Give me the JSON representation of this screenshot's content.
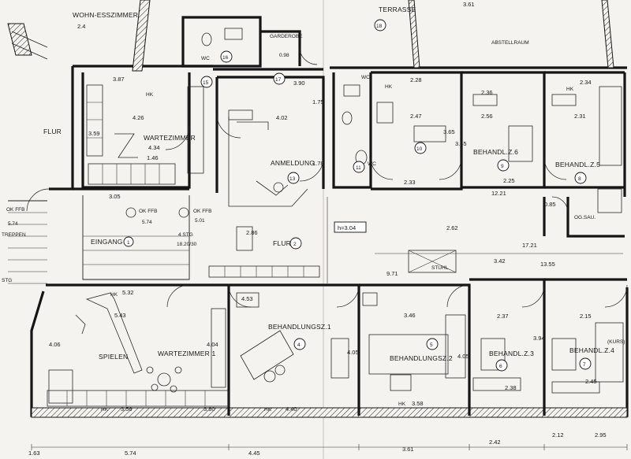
{
  "rooms": {
    "wohn_ess": {
      "name": "WOHN-ESSZIMMER",
      "num": "2.4"
    },
    "terrasse": {
      "name": "TERRASSE",
      "num": "18"
    },
    "abstellraum": {
      "name": "ABSTELLRAUM"
    },
    "wc16": {
      "name": "WC",
      "num": "16"
    },
    "garderobe": {
      "name": "GARDEROBE",
      "num": "15",
      "area": "0.98"
    },
    "wc17": {
      "name": "WC",
      "num": "17"
    },
    "wc_wc": {
      "name": "WC",
      "num": "11"
    },
    "wartezimmer2": {
      "name": "WARTEZIMMER",
      "area": "4.34"
    },
    "anmeldung": {
      "name": "ANMELDUNG",
      "num": "13"
    },
    "flur": {
      "name": "FLUR",
      "num": "2"
    },
    "eingang": {
      "name": "EINGANG",
      "num": "1"
    },
    "spielen": {
      "name": "SPIELEN"
    },
    "wartezimmer1": {
      "name": "WARTEZIMMER 1"
    },
    "behandlung1": {
      "name": "BEHANDLUNGSZ.1",
      "num": "4"
    },
    "behandlung2": {
      "name": "BEHANDLUNGSZ.2",
      "num": "5"
    },
    "behandlung3": {
      "name": "BEHANDL.Z.3",
      "num": "6"
    },
    "behandlung4": {
      "name": "BEHANDL.Z.4",
      "num": "7"
    },
    "behandlung5": {
      "name": "BEHANDL.Z.5",
      "num": "8"
    },
    "behandlung6": {
      "name": "BEHANDL.Z.6",
      "num": "9"
    },
    "room10": {
      "num": "10"
    },
    "flur2": {
      "name": "FLUR"
    },
    "treppen": {
      "name": "TREPPEN"
    },
    "stg": {
      "name": "STG"
    }
  },
  "annotations": {
    "ok_ffb_1": "OK FFB",
    "ok_ffb_1_val": "5.74",
    "ok_ffb_2": "OK FFB",
    "ok_ffb_2_val": "5.74",
    "ok_ffb_3": "OK FFB",
    "ok_ffb_3_val": "5.01",
    "stg_count": "4 STG",
    "stg_ratio": "18.20/30",
    "height": "h=3.04",
    "hk": "HK",
    "stuhl": "STUHL",
    "kurs": "(KURS)",
    "ogsau": "OG.SAU."
  },
  "dimensions": {
    "d_3_87": "3.87",
    "d_3_61": "3.61",
    "d_4_26": "4.26",
    "d_3_59": "3.59",
    "d_3_90": "3.90",
    "d_4_02": "4.02",
    "d_1_78": "1.78",
    "d_1_75": "1.75",
    "d_2_28": "2.28",
    "d_2_47": "2.47",
    "d_2_36": "2.36",
    "d_2_56": "2.56",
    "d_2_34": "2.34",
    "d_2_31": "2.31",
    "d_3_45": "3.45",
    "d_3_65": "3.65",
    "d_12_21": "12.21",
    "d_17_21": "17.21",
    "d_13_55": "13.55",
    "d_3_42": "3.42",
    "d_9_71": "9.71",
    "d_2_62": "2.62",
    "d_2_86": "2.86",
    "d_3_05": "3.05",
    "d_5_32": "5.32",
    "d_5_43": "5.43",
    "d_4_06": "4.06",
    "d_3_56": "3.56",
    "d_4_40": "4.40",
    "d_3_58": "3.58",
    "d_3_46": "3.46",
    "d_4_05": "4.05",
    "d_2_37": "2.37",
    "d_2_15": "2.15",
    "d_2_38": "2.38",
    "d_2_45": "2.45",
    "d_3_94": "3.94",
    "d_5_74": "5.74",
    "d_4_45": "4.45",
    "d_3_61b": "3.61",
    "d_2_42": "2.42",
    "d_2_95": "2.95",
    "d_1_63": "1.63",
    "d_4_04": "4.04",
    "d_3_80": "3.80",
    "d_4_05b": "4.05",
    "d_2_12": "2.12",
    "d_2_25": "2.25",
    "d_1_46": "1.46",
    "d_0_85": "0.85",
    "d_2_33": "2.33",
    "d_4_53": "4.53"
  }
}
